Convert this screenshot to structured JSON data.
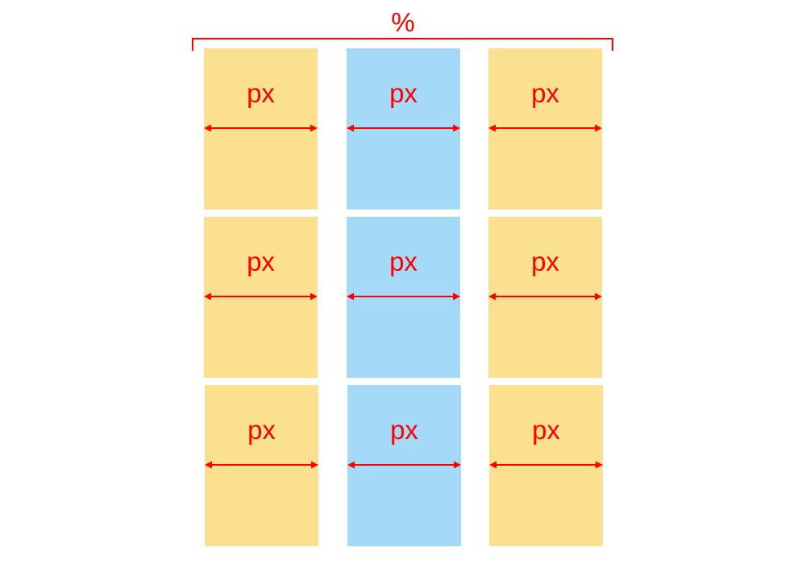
{
  "overall_unit": "%",
  "colors": {
    "annotation": "#ff0000",
    "side_column_fill": "#fbe090",
    "center_column_fill": "#a4daf7",
    "background": "#ffffff"
  },
  "columns": [
    {
      "role": "side",
      "fill": "#fbe090"
    },
    {
      "role": "center",
      "fill": "#a4daf7"
    },
    {
      "role": "side",
      "fill": "#fbe090"
    }
  ],
  "grid": {
    "rows": [
      {
        "cells": [
          {
            "unit": "px"
          },
          {
            "unit": "px"
          },
          {
            "unit": "px"
          }
        ]
      },
      {
        "cells": [
          {
            "unit": "px"
          },
          {
            "unit": "px"
          },
          {
            "unit": "px"
          }
        ]
      },
      {
        "cells": [
          {
            "unit": "px"
          },
          {
            "unit": "px"
          },
          {
            "unit": "px"
          }
        ]
      }
    ]
  }
}
